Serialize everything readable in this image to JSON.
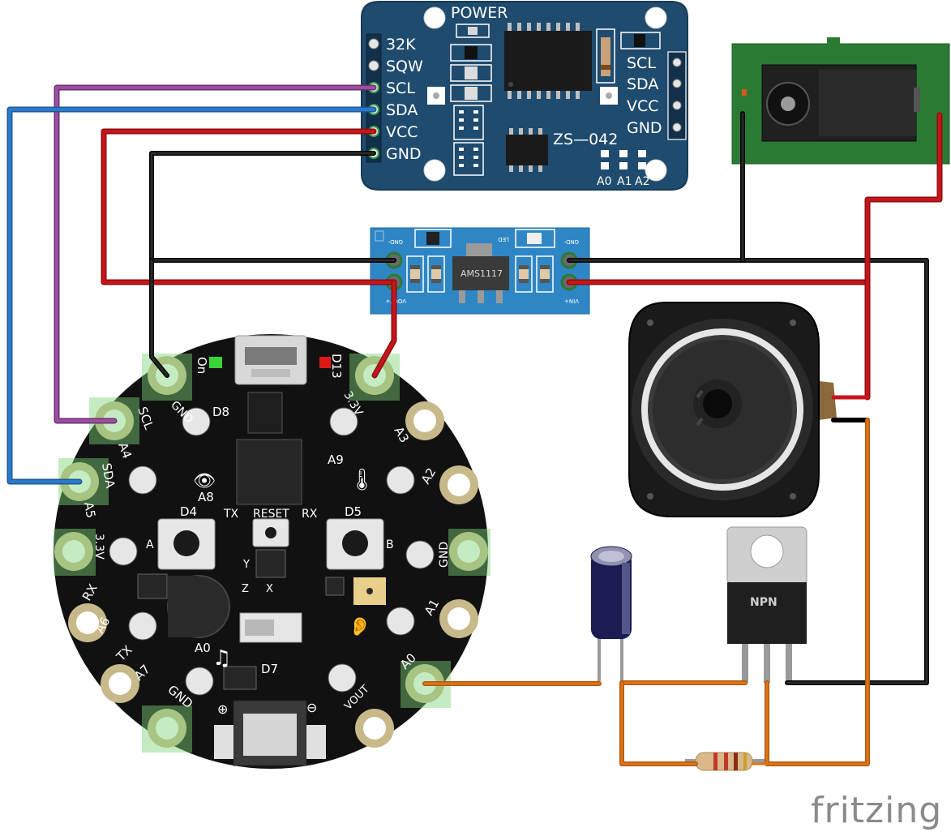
{
  "brand": "fritzing",
  "rtc_module": {
    "power_label": "POWER",
    "model_label": "ZS—042",
    "left_pins": [
      "32K",
      "SQW",
      "SCL",
      "SDA",
      "VCC",
      "GND"
    ],
    "right_pins": [
      "SCL",
      "SDA",
      "VCC",
      "GND"
    ],
    "address_pads": [
      "A0",
      "A1",
      "A2"
    ]
  },
  "regulator_module": {
    "chip_label": "AMS1117",
    "gnd_in": "GND-",
    "gnd_out": "GND-",
    "vout": "VOUT+",
    "vin": "VIN+",
    "led": "LED"
  },
  "transistor": {
    "label": "NPN"
  },
  "cpx_board": {
    "pads": [
      "GND",
      "SCL",
      "A4",
      "SDA",
      "A5",
      "3.3V",
      "RX",
      "A6",
      "TX",
      "A7",
      "GND",
      "3.3V",
      "A3",
      "A2",
      "GND",
      "A1",
      "A0",
      "VOUT"
    ],
    "labels": {
      "on": "On",
      "d13": "D13",
      "d8": "D8",
      "d4": "D4",
      "d5": "D5",
      "d7": "D7",
      "tx": "TX",
      "rx": "RX",
      "reset": "RESET",
      "a8": "A8",
      "a9": "A9",
      "btn_a": "A",
      "btn_b": "B",
      "a0": "A0",
      "axis_y": "Y",
      "axis_x": "X",
      "axis_z": "Z",
      "plus": "⊕",
      "minus": "⊖"
    }
  },
  "colors": {
    "wire_black": "#1a1a1a",
    "wire_red": "#c8141a",
    "wire_blue": "#2b79c8",
    "wire_purple": "#9b4fa0",
    "wire_orange": "#e07418",
    "rtc_board": "#1f4b6e",
    "reg_board": "#2f86c5",
    "jack_board": "#2b7a34",
    "cpx_board": "#111111",
    "pad_green": "#a8e6a0"
  }
}
